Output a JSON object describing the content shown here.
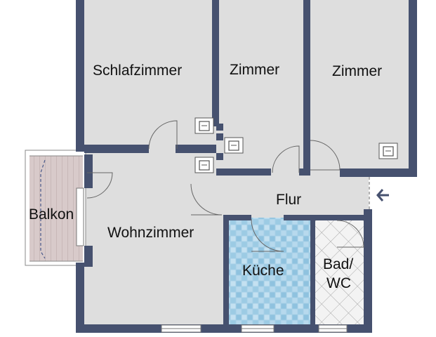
{
  "colors": {
    "wall": "#46516f",
    "floor": "#dedede",
    "outside": "#ffffff",
    "kitchen_tile_a": "#8fc2df",
    "kitchen_tile_b": "#bcdcef",
    "bath_tile": "#f1f1f1",
    "bath_grid": "#a9a9a9",
    "balcony_deck": "#d6c8c8",
    "door": "#666666",
    "entrance_arrow": "#46516f"
  },
  "rooms": {
    "schlafzimmer": "Schlafzimmer",
    "zimmer_1": "Zimmer",
    "zimmer_2": "Zimmer",
    "balkon": "Balkon",
    "wohnzimmer": "Wohnzimmer",
    "flur": "Flur",
    "kueche": "Küche",
    "bad_line1": "Bad/",
    "bad_line2": "WC"
  },
  "icons": {
    "radiator": "radiator-icon",
    "entrance": "entrance-arrow-icon"
  }
}
